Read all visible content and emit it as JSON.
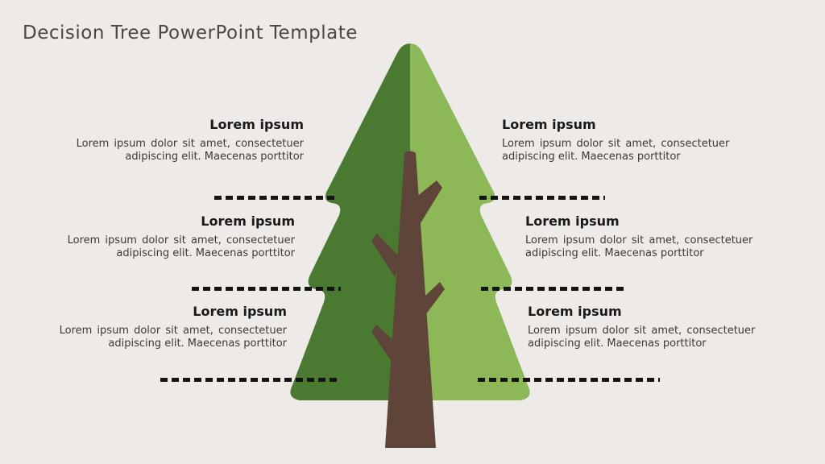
{
  "slide": {
    "title": "Decision Tree PowerPoint Template"
  },
  "colors": {
    "background": "#EDEAE8",
    "tree_left_half": "#4A7A31",
    "tree_right_half": "#8CB858",
    "trunk": "#5F4539",
    "dash": "#161412",
    "title_text": "#4B4744",
    "heading_text": "#1B1918",
    "body_text": "#3C3A38"
  },
  "items": [
    {
      "side": "left",
      "row": 1,
      "heading": "Lorem ipsum",
      "body_line1": "Lorem ipsum dolor sit amet, consectetuer",
      "body_line2": "adipiscing elit. Maecenas porttitor"
    },
    {
      "side": "right",
      "row": 1,
      "heading": "Lorem ipsum",
      "body_line1": "Lorem ipsum dolor sit amet, consectetuer",
      "body_line2": "adipiscing elit. Maecenas porttitor"
    },
    {
      "side": "left",
      "row": 2,
      "heading": "Lorem ipsum",
      "body_line1": "Lorem ipsum dolor sit amet, consectetuer",
      "body_line2": "adipiscing elit. Maecenas porttitor"
    },
    {
      "side": "right",
      "row": 2,
      "heading": "Lorem ipsum",
      "body_line1": "Lorem ipsum dolor sit amet, consectetuer",
      "body_line2": "adipiscing elit. Maecenas porttitor"
    },
    {
      "side": "left",
      "row": 3,
      "heading": "Lorem ipsum",
      "body_line1": "Lorem ipsum dolor sit amet, consectetuer",
      "body_line2": "adipiscing elit. Maecenas porttitor"
    },
    {
      "side": "right",
      "row": 3,
      "heading": "Lorem ipsum",
      "body_line1": "Lorem ipsum dolor sit amet, consectetuer",
      "body_line2": "adipiscing elit. Maecenas porttitor"
    }
  ]
}
